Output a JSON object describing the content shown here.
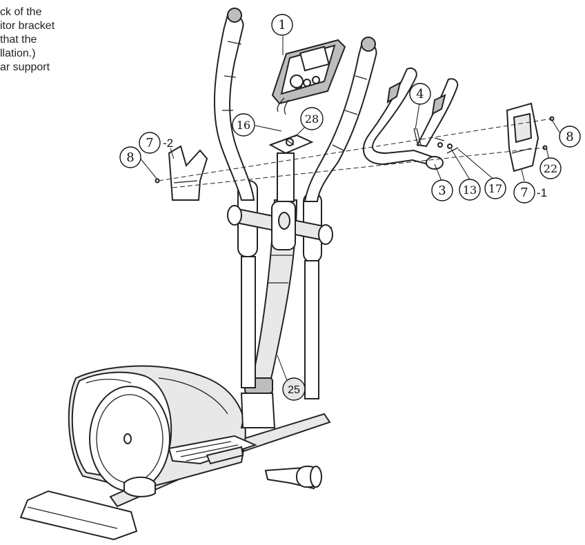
{
  "instructions": [
    "ck of the",
    "itor bracket",
    " that the",
    "llation.)",
    "ar support"
  ],
  "callouts": {
    "c1": "1",
    "c16": "16",
    "c28": "28",
    "c7_2_num": "7",
    "c7_2_sub": "-2",
    "c8_left": "8",
    "c4": "4",
    "c8_right": "8",
    "c22": "22",
    "c3": "3",
    "c13": "13",
    "c17": "17",
    "c7_1_num": "7",
    "c7_1_sub": "-1",
    "c25": "25"
  }
}
